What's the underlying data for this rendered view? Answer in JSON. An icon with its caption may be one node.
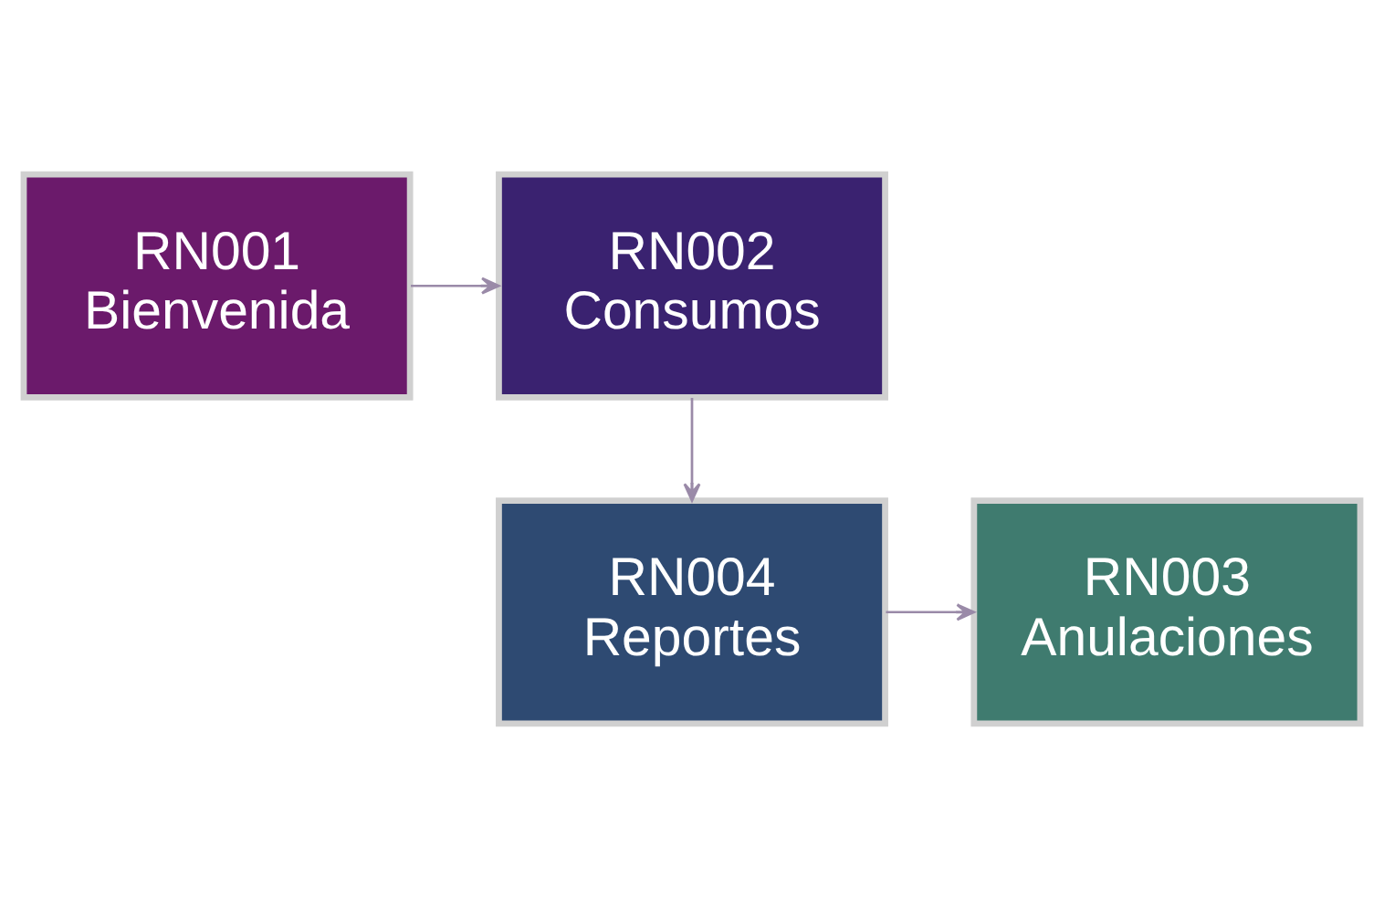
{
  "diagram": {
    "nodes": [
      {
        "text": [
          "RN001",
          "Bienvenida"
        ]
      },
      {
        "text": [
          "RN002",
          "Consumos"
        ]
      },
      {
        "text": [
          "RN004",
          "Reportes"
        ]
      },
      {
        "text": [
          "RN003",
          "Anulaciones"
        ]
      }
    ],
    "edges": [
      {
        "from": 0,
        "to": 1,
        "arrow": "to"
      },
      {
        "from": 1,
        "to": 2,
        "arrow": "to"
      },
      {
        "from": 2,
        "to": 3,
        "arrow": "to"
      }
    ]
  }
}
